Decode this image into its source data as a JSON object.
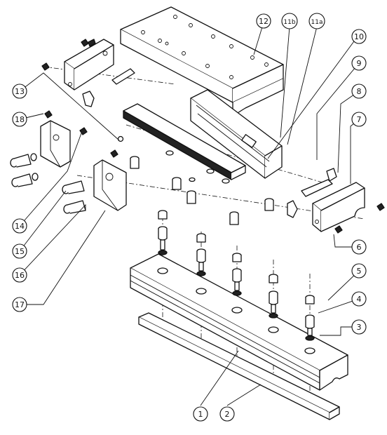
{
  "diagram": {
    "type": "exploded-assembly",
    "callouts": [
      {
        "id": "c1",
        "label": "1"
      },
      {
        "id": "c2",
        "label": "2"
      },
      {
        "id": "c3",
        "label": "3"
      },
      {
        "id": "c4",
        "label": "4"
      },
      {
        "id": "c5",
        "label": "5"
      },
      {
        "id": "c6",
        "label": "6"
      },
      {
        "id": "c7",
        "label": "7"
      },
      {
        "id": "c8",
        "label": "8"
      },
      {
        "id": "c9",
        "label": "9"
      },
      {
        "id": "c10",
        "label": "10"
      },
      {
        "id": "c11a",
        "label": "11a"
      },
      {
        "id": "c11b",
        "label": "11b"
      },
      {
        "id": "c12",
        "label": "12"
      },
      {
        "id": "c13",
        "label": "13"
      },
      {
        "id": "c14",
        "label": "14"
      },
      {
        "id": "c15",
        "label": "15"
      },
      {
        "id": "c16",
        "label": "16"
      },
      {
        "id": "c17",
        "label": "17"
      },
      {
        "id": "c18",
        "label": "18"
      }
    ],
    "colors": {
      "line": "#111111",
      "background": "#ffffff",
      "fill": "#ffffff",
      "dark": "#222222"
    }
  }
}
